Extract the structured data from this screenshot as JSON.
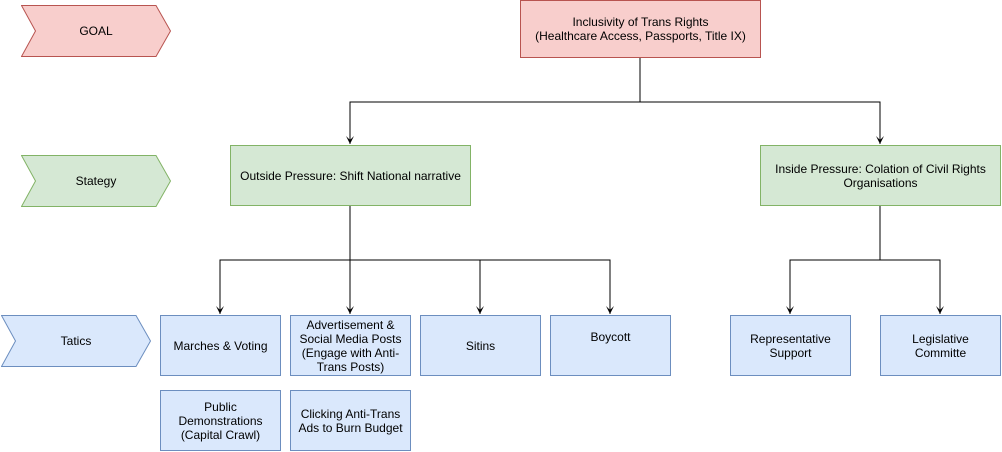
{
  "levels": {
    "goal": "GOAL",
    "strategy": "Stategy",
    "tactics": "Tatics"
  },
  "goal": {
    "text": "Inclusivity of Trans Rights\n(Healthcare Access, Passports, Title IX)"
  },
  "strategies": {
    "outside": "Outside Pressure: Shift National narrative",
    "inside": "Inside Pressure: Colation of Civil Rights\nOrganisations"
  },
  "tactics": {
    "marches": "Marches & Voting",
    "advertisement": "Advertisement &\nSocial Media Posts\n(Engage with Anti-\nTrans Posts)",
    "sitins": "Sitins",
    "boycott": "Boycott",
    "public_demonstrations": "Public\nDemonstrations\n(Capital Crawl)",
    "clicking_ads": "Clicking Anti-Trans\nAds to Burn Budget",
    "representative_support": "Representative\nSupport",
    "legislative_committe": "Legislative Committe"
  },
  "colors": {
    "goal_fill": "#f8cecc",
    "goal_stroke": "#b85450",
    "strategy_fill": "#d5e8d4",
    "strategy_stroke": "#82b366",
    "tactic_fill": "#dae8fc",
    "tactic_stroke": "#6c8ebf",
    "edge": "#000000"
  }
}
